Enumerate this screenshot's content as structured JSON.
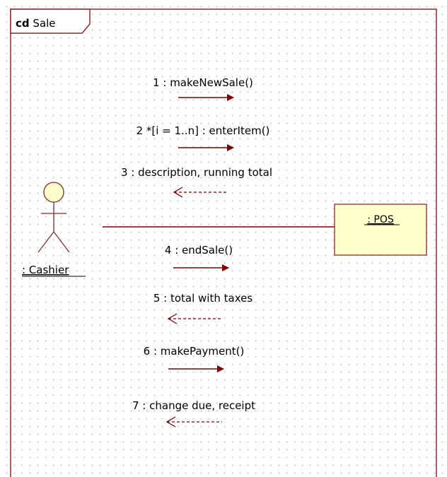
{
  "frame": {
    "keyword": "cd",
    "name": "Sale"
  },
  "actor": {
    "label": ": Cashier"
  },
  "object": {
    "label": ": POS"
  },
  "messages": [
    {
      "text": "1 : makeNewSale()",
      "direction": "forward"
    },
    {
      "text": "2 *[i = 1..n] : enterItem()",
      "direction": "forward"
    },
    {
      "text": "3 : description, running total",
      "direction": "return"
    },
    {
      "text": "4 : endSale()",
      "direction": "forward"
    },
    {
      "text": "5 : total with taxes",
      "direction": "return"
    },
    {
      "text": "6 : makePayment()",
      "direction": "forward"
    },
    {
      "text": "7 : change due, receipt",
      "direction": "return"
    }
  ],
  "colors": {
    "frame": "#8b2b2b",
    "arrow": "#800000",
    "actor_fill": "#ffffcc",
    "object_fill": "#ffffcc",
    "link": "#800000"
  }
}
